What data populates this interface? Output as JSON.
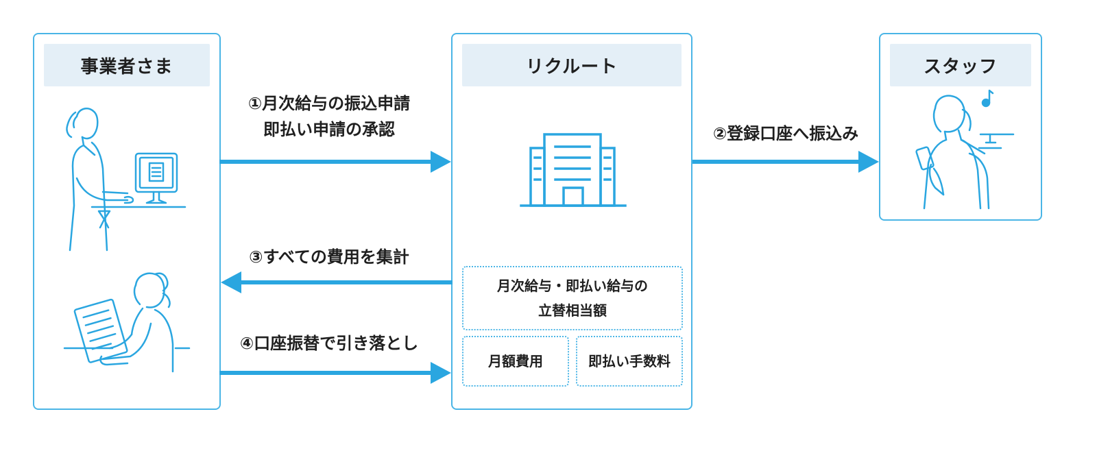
{
  "colors": {
    "accent": "#4ab5e6",
    "arrow": "#2aa6e0",
    "title_bg": "#e4eff7"
  },
  "panels": {
    "business": {
      "title": "事業者さま"
    },
    "recruit": {
      "title": "リクルート"
    },
    "staff": {
      "title": "スタッフ"
    }
  },
  "flows": {
    "step1": {
      "line1": "①月次給与の振込申請",
      "line2": "即払い申請の承認"
    },
    "step2": {
      "text": "②登録口座へ振込み"
    },
    "step3": {
      "text": "③すべての費用を集計"
    },
    "step4": {
      "text": "④口座振替で引き落とし"
    }
  },
  "cost_boxes": {
    "advance": {
      "line1": "月次給与・即払い給与の",
      "line2": "立替相当額"
    },
    "monthly_fee": "月額費用",
    "instant_fee": "即払い手数料"
  },
  "icons": {
    "business_top": "person-at-computer-illustration",
    "business_bottom": "person-reading-document-illustration",
    "recruit": "office-building-icon",
    "staff": "person-with-smartphone-illustration",
    "music": "music-note-icon"
  }
}
